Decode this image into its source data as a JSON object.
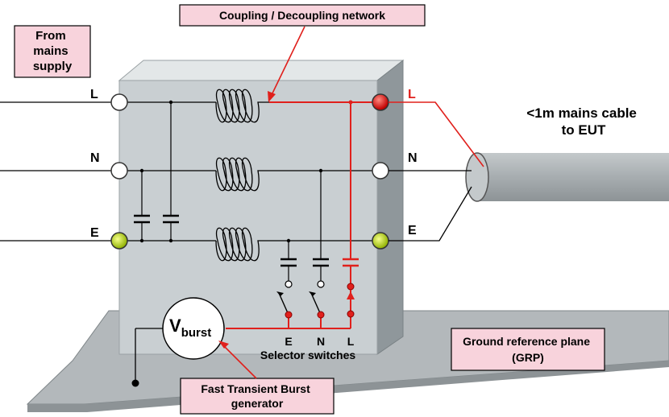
{
  "labels": {
    "from_mains": [
      "From",
      "mains",
      "supply"
    ],
    "coupling_network": "Coupling / Decoupling network",
    "cable": [
      "<1m mains cable",
      "to EUT"
    ],
    "ground_plane": [
      "Ground reference plane",
      "(GRP)"
    ],
    "burst_generator": [
      "Fast Transient Burst",
      "generator"
    ],
    "selector_switches": "Selector switches",
    "v_main": "V",
    "v_sub": "burst"
  },
  "line_labels": {
    "left": [
      "L",
      "N",
      "E"
    ],
    "right": [
      "L",
      "N",
      "E"
    ],
    "switches": [
      "E",
      "N",
      "L"
    ]
  },
  "colors": {
    "box_front": "#c9cfd2",
    "box_side": "#8f979b",
    "box_top": "#e3e7e8",
    "ground_plane": "#b3b8bb",
    "cable": "#a7adb0",
    "pink": "#f8d3dc",
    "active": "#e0201c",
    "earth_terminal": "#b5cf2a"
  }
}
